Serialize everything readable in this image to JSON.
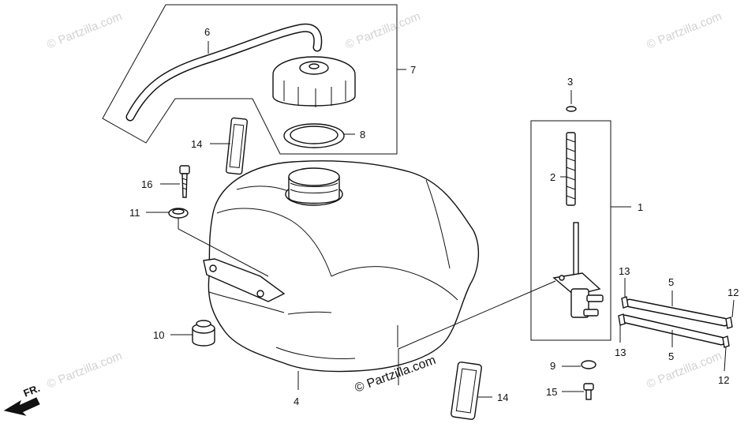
{
  "watermarks": {
    "small": "© Partzilla.com",
    "center": "© Partzilla.com"
  },
  "direction_label": "FR.",
  "callouts": {
    "c1": "1",
    "c2": "2",
    "c3": "3",
    "c4": "4",
    "c5a": "5",
    "c5b": "5",
    "c6": "6",
    "c7": "7",
    "c8": "8",
    "c9": "9",
    "c10": "10",
    "c11": "11",
    "c12a": "12",
    "c12b": "12",
    "c13a": "13",
    "c13b": "13",
    "c14a": "14",
    "c14b": "14",
    "c15": "15",
    "c16": "16"
  },
  "colors": {
    "ink": "#111111",
    "watermark": "#d2d2d2",
    "background": "#ffffff"
  }
}
